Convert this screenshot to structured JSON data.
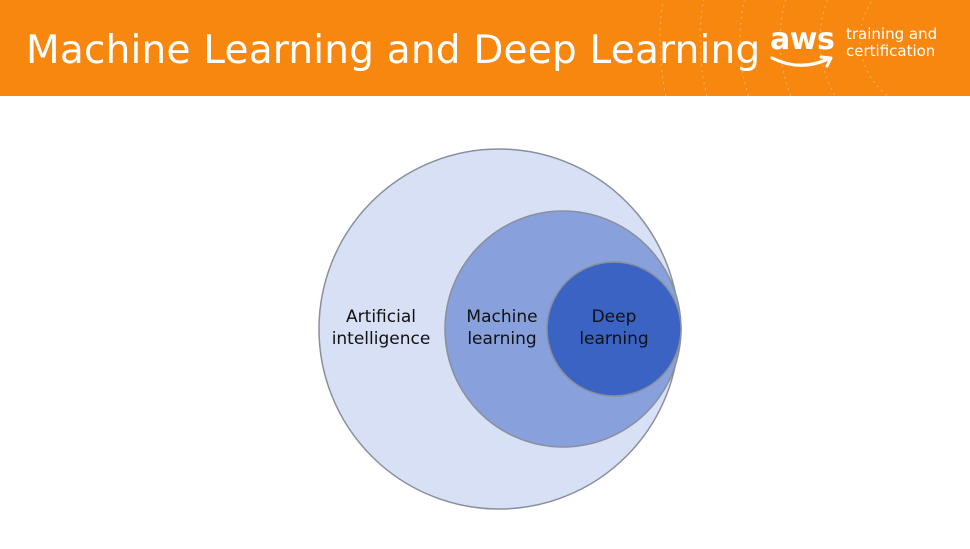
{
  "header": {
    "title": "Machine Learning and Deep Learning",
    "logo": {
      "wordmark": "aws",
      "tagline_line1": "training and",
      "tagline_line2": "certification"
    },
    "background_color": "#f7870f"
  },
  "diagram": {
    "type": "nested-circles",
    "circles": [
      {
        "id": "ai",
        "line1": "Artificial",
        "line2": "intelligence",
        "color": "#d8e0f6"
      },
      {
        "id": "ml",
        "line1": "Machine",
        "line2": "learning",
        "color": "#88a0dc"
      },
      {
        "id": "dl",
        "line1": "Deep",
        "line2": "learning",
        "color": "#3a63c3"
      }
    ],
    "outline_color": "#8a8f9c"
  }
}
